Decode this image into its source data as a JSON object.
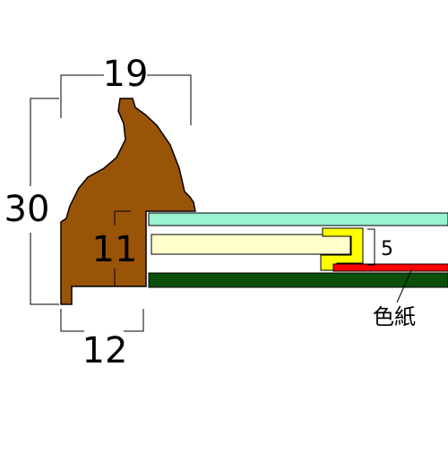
{
  "dimensions": {
    "width_top": "19",
    "height_total": "30",
    "height_inner": "11",
    "width_bottom": "12",
    "glass_gap": "5"
  },
  "labels": {
    "colored_paper": "色紙"
  },
  "colors": {
    "frame_wood": "#9a5408",
    "glass": "#99f2d0",
    "mat_board": "#ffffcc",
    "clip": "#ffff00",
    "backing_board": "#0b4f0b",
    "colored_paper": "#ff0000"
  }
}
